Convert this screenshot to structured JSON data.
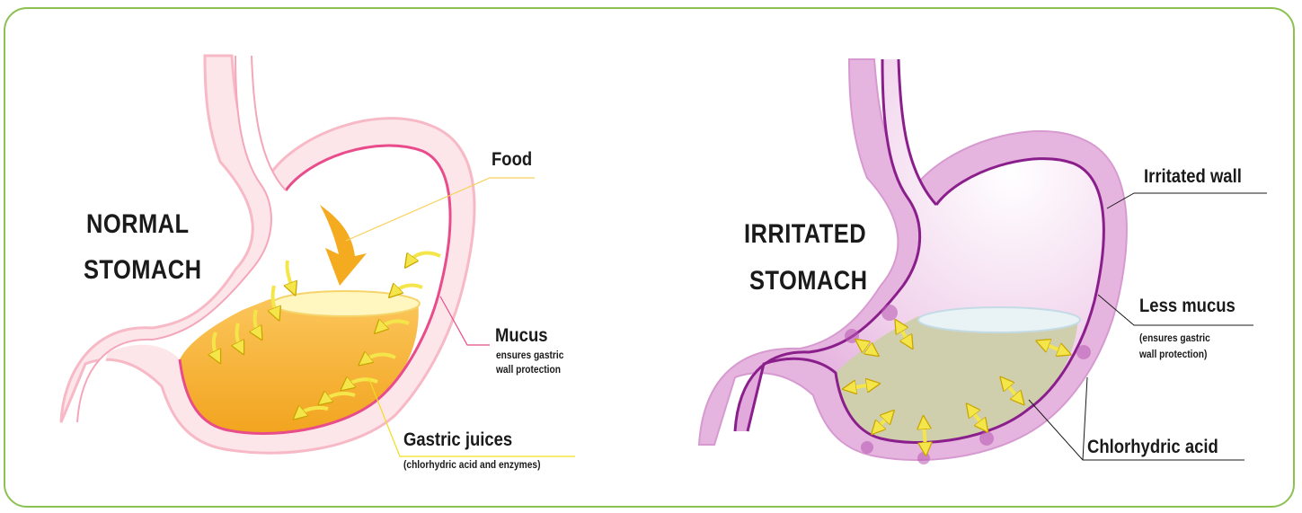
{
  "normal": {
    "title_line1": "NORMAL",
    "title_line2": "STOMACH",
    "food_label": "Food",
    "mucus_label": "Mucus",
    "mucus_desc_line1": "ensures gastric",
    "mucus_desc_line2": "wall protection",
    "juices_label": "Gastric juices",
    "juices_desc": "(chlorhydric acid and enzymes)"
  },
  "irritated": {
    "title_line1": "IRRITATED",
    "title_line2": "STOMACH",
    "wall_label": "Irritated wall",
    "mucus_label": "Less mucus",
    "mucus_desc_line1": "(ensures gastric",
    "mucus_desc_line2": "wall protection)",
    "acid_label": "Chlorhydric acid"
  },
  "colors": {
    "frame": "#8cc152",
    "normal_wall": "#e84c8b",
    "normal_juice": "#f7b335",
    "irritated_wall": "#8a1f8c",
    "irritated_tissue": "#e6b5df",
    "irritated_fluid": "#cfcfae",
    "arrow": "#f4e64a"
  }
}
